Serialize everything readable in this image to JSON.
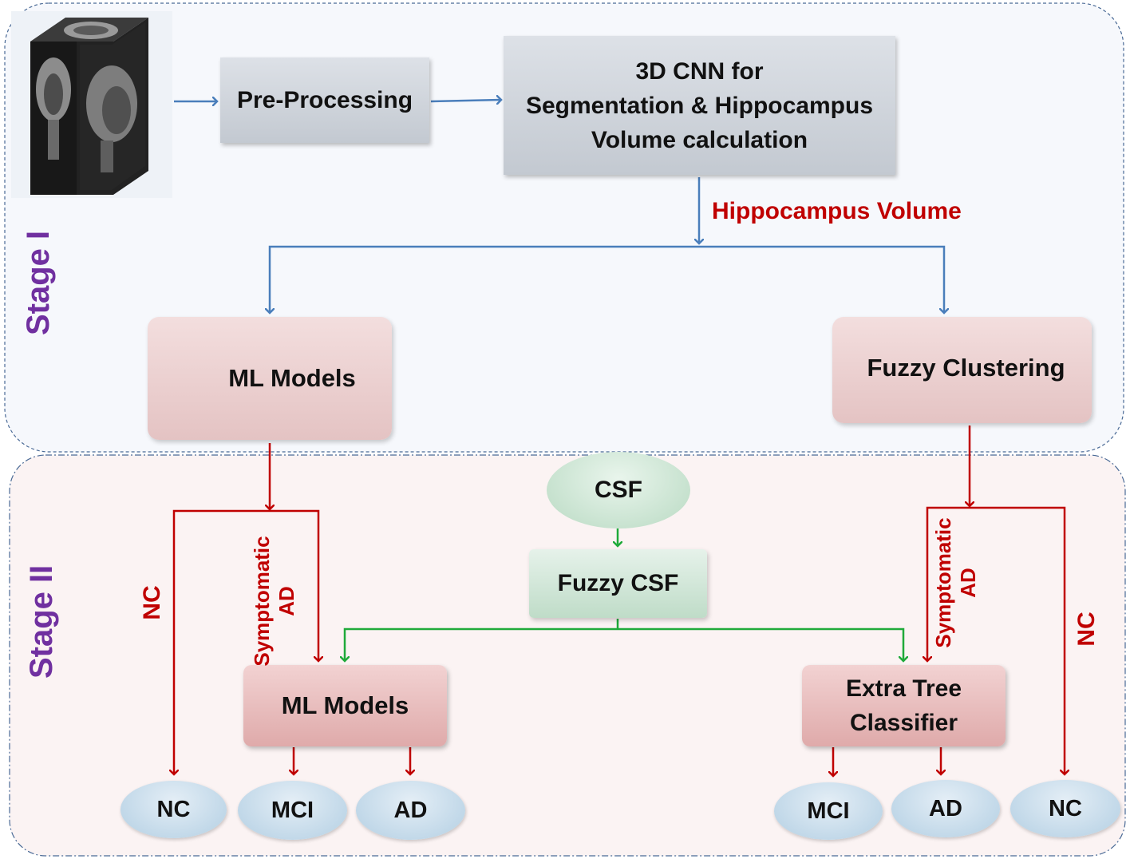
{
  "stages": {
    "stage1": "Stage I",
    "stage2": "Stage II"
  },
  "nodes": {
    "preprocessing": "Pre-Processing",
    "cnn_line1": "3D CNN for",
    "cnn_line2": "Segmentation & Hippocampus",
    "cnn_line3": "Volume calculation",
    "ml_models_1": "ML Models",
    "fuzzy_clustering": "Fuzzy Clustering",
    "csf": "CSF",
    "fuzzy_csf": "Fuzzy CSF",
    "ml_models_2": "ML Models",
    "extra_tree_line1": "Extra Tree",
    "extra_tree_line2": "Classifier"
  },
  "edge_labels": {
    "hippocampus_volume": "Hippocampus Volume",
    "nc_left": "NC",
    "symptomatic_left_1": "Symptomatic",
    "symptomatic_left_2": "AD",
    "symptomatic_right_1": "Symptomatic",
    "symptomatic_right_2": "AD",
    "nc_right": "NC"
  },
  "outputs": {
    "left": [
      "NC",
      "MCI",
      "AD"
    ],
    "right": [
      "MCI",
      "AD",
      "NC"
    ]
  },
  "colors": {
    "blue_arrow": "#4a7ebb",
    "red_arrow": "#c00000",
    "green_arrow": "#1faa3a",
    "stage_label": "#7030a0"
  },
  "icons": {
    "input_image": "brain-mri-cube-icon"
  }
}
